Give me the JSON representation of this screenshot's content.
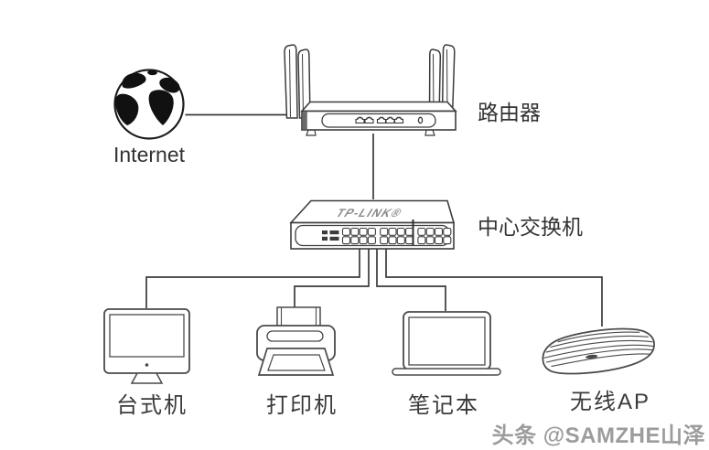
{
  "diagram": {
    "nodes": {
      "internet": {
        "label": "Internet",
        "icon": "globe-icon"
      },
      "router": {
        "label": "路由器",
        "icon": "wireless-router-icon"
      },
      "switch": {
        "label": "中心交换机",
        "brand": "TP-LINK®",
        "icon": "rack-switch-icon"
      },
      "desktop": {
        "label": "台式机",
        "icon": "desktop-monitor-icon"
      },
      "printer": {
        "label": "打印机",
        "icon": "printer-icon"
      },
      "laptop": {
        "label": "笔记本",
        "icon": "laptop-icon"
      },
      "ap": {
        "label": "无线AP",
        "icon": "ceiling-ap-icon"
      }
    },
    "connections": [
      {
        "from": "internet",
        "to": "router"
      },
      {
        "from": "router",
        "to": "switch"
      },
      {
        "from": "switch",
        "to": "desktop"
      },
      {
        "from": "switch",
        "to": "printer"
      },
      {
        "from": "switch",
        "to": "laptop"
      },
      {
        "from": "switch",
        "to": "ap"
      }
    ],
    "colors": {
      "line": "#3a3a3a",
      "text": "#333333",
      "watermark": "#9c9c9c",
      "background": "#ffffff"
    }
  },
  "watermark": {
    "text": "头条 @SAMZHE山泽"
  }
}
